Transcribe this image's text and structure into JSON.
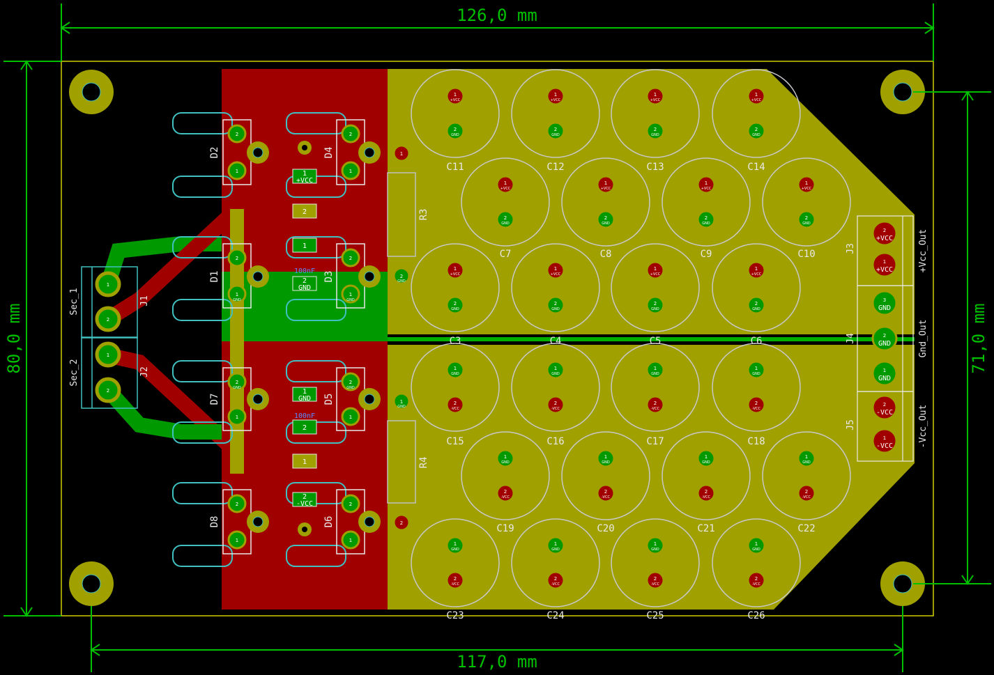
{
  "dimensions": {
    "top": "126,0 mm",
    "bottom": "117,0 mm",
    "left": "80,0 mm",
    "right": "71,0 mm"
  },
  "colors": {
    "background": "#000000",
    "copper_top": "#a00000",
    "copper_bottom": "#009900",
    "zone": "#a0a000",
    "silkscreen": "#e8e8e8",
    "courtyard": "#40c0c0",
    "dimension": "#00c000",
    "edge_cuts": "#d0d000"
  },
  "diodes": [
    {
      "ref": "D2",
      "pin_top": "2",
      "pin_bottom": "1"
    },
    {
      "ref": "D1",
      "pin_top": "2",
      "pin_bottom": "1"
    },
    {
      "ref": "D7",
      "pin_top": "2",
      "pin_bottom": "1"
    },
    {
      "ref": "D8",
      "pin_top": "2",
      "pin_bottom": "1"
    },
    {
      "ref": "D4",
      "pin_top": "2",
      "pin_bottom": "1"
    },
    {
      "ref": "D3",
      "pin_top": "2",
      "pin_bottom": "1"
    },
    {
      "ref": "D5",
      "pin_top": "2",
      "pin_bottom": "1"
    },
    {
      "ref": "D6",
      "pin_top": "2",
      "pin_bottom": "1"
    }
  ],
  "diode_pad_nets": {
    "gnd": "GND"
  },
  "smd_pads": {
    "upper_vcc_pin": "1",
    "upper_vcc_net": "+VCC",
    "upper_mid_pin": "2",
    "upper_low_pin": "1",
    "upper_gnd_pin": "2",
    "upper_gnd_net": "GND",
    "upper_value": "100nF",
    "lower_gnd_pin": "1",
    "lower_gnd_net": "GND",
    "lower_mid_pin": "2",
    "lower_low_pin": "1",
    "lower_vcc_pin": "2",
    "lower_vcc_net": "-VCC",
    "lower_value": "100nF"
  },
  "resistors": [
    {
      "ref": "R3",
      "pin1": "1",
      "pin2": "2",
      "net2": "GND"
    },
    {
      "ref": "R4",
      "pin1": "1",
      "pin1_net": "GND",
      "pin2": "2"
    }
  ],
  "cap_pins": {
    "p1": "1",
    "p2": "2",
    "vplus": "+VCC",
    "vminus": "-VCC",
    "gnd": "GND"
  },
  "capacitors": [
    {
      "ref": "C11"
    },
    {
      "ref": "C12"
    },
    {
      "ref": "C13"
    },
    {
      "ref": "C14"
    },
    {
      "ref": "C7"
    },
    {
      "ref": "C8"
    },
    {
      "ref": "C9"
    },
    {
      "ref": "C10"
    },
    {
      "ref": "C3"
    },
    {
      "ref": "C4"
    },
    {
      "ref": "C5"
    },
    {
      "ref": "C6"
    },
    {
      "ref": "C15"
    },
    {
      "ref": "C16"
    },
    {
      "ref": "C17"
    },
    {
      "ref": "C18"
    },
    {
      "ref": "C19"
    },
    {
      "ref": "C20"
    },
    {
      "ref": "C21"
    },
    {
      "ref": "C22"
    },
    {
      "ref": "C23"
    },
    {
      "ref": "C24"
    },
    {
      "ref": "C25"
    },
    {
      "ref": "C26"
    }
  ],
  "input_connectors": [
    {
      "ref": "J1",
      "label": "Sec_1",
      "pin_a": "1",
      "pin_b": "2"
    },
    {
      "ref": "J2",
      "label": "Sec_2",
      "pin_a": "1",
      "pin_b": "2"
    }
  ],
  "output_connectors": [
    {
      "ref": "J3",
      "label": "+Vcc_Out",
      "pins": [
        {
          "num": "2",
          "net": "+VCC"
        },
        {
          "num": "1",
          "net": "+VCC"
        }
      ]
    },
    {
      "ref": "J4",
      "label": "Gnd_Out",
      "pins": [
        {
          "num": "3",
          "net": "GND"
        },
        {
          "num": "2",
          "net": "GND"
        },
        {
          "num": "1",
          "net": "GND"
        }
      ]
    },
    {
      "ref": "J5",
      "label": "-Vcc_Out",
      "pins": [
        {
          "num": "2",
          "net": "-VCC"
        },
        {
          "num": "1",
          "net": "-VCC"
        }
      ]
    }
  ]
}
